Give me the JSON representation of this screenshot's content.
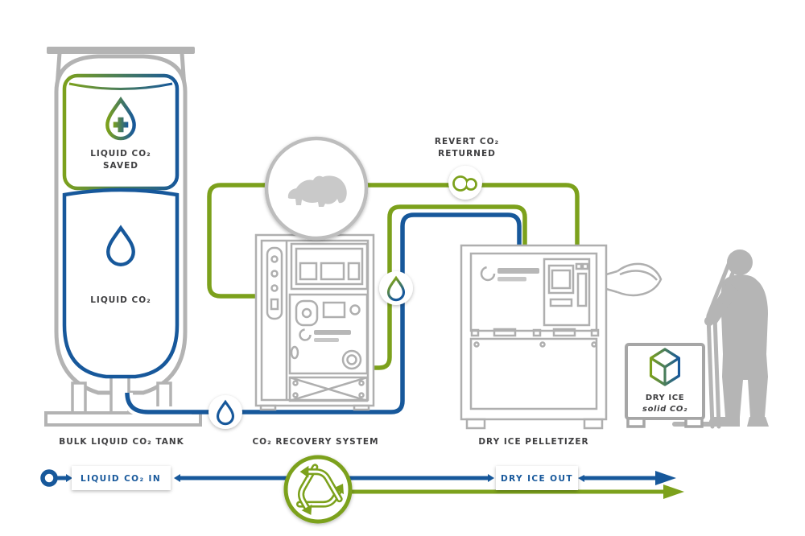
{
  "colors": {
    "green": "#7CA11C",
    "blue": "#17589B",
    "machine_gray": "#AFAFAF",
    "frame_gray": "#B3B3B3",
    "silhouette_gray": "#B5B5B5",
    "bear_gray": "#C9C9C9",
    "text_dark": "#3F3F41",
    "white": "#FFFFFF"
  },
  "tank": {
    "caption": "BULK LIQUID CO₂ TANK",
    "top_section": {
      "line1": "LIQUID CO₂",
      "line2": "SAVED"
    },
    "bottom_section": {
      "label": "LIQUID CO₂"
    }
  },
  "recovery_system": {
    "caption": "CO₂ RECOVERY SYSTEM"
  },
  "pelletizer": {
    "caption": "DRY ICE PELLETIZER"
  },
  "revert": {
    "line1": "REVERT CO₂",
    "line2": "RETURNED"
  },
  "dry_ice_box": {
    "line1": "DRY ICE",
    "line2": "solid CO₂"
  },
  "flow_bar": {
    "in_label": "LIQUID CO₂ IN",
    "out_label": "DRY ICE OUT"
  },
  "icons": {
    "droplet_plus": "droplet-with-plus (liquid CO2 saved)",
    "droplet": "liquid droplet",
    "polar_bear": "polar bear logo",
    "revert_co2": "two overlapping circles (CO2 gas)",
    "recycle": "recycling arrows",
    "dry_ice_cube": "isometric cube (solid CO2)",
    "worker": "person silhouette with hand truck"
  }
}
